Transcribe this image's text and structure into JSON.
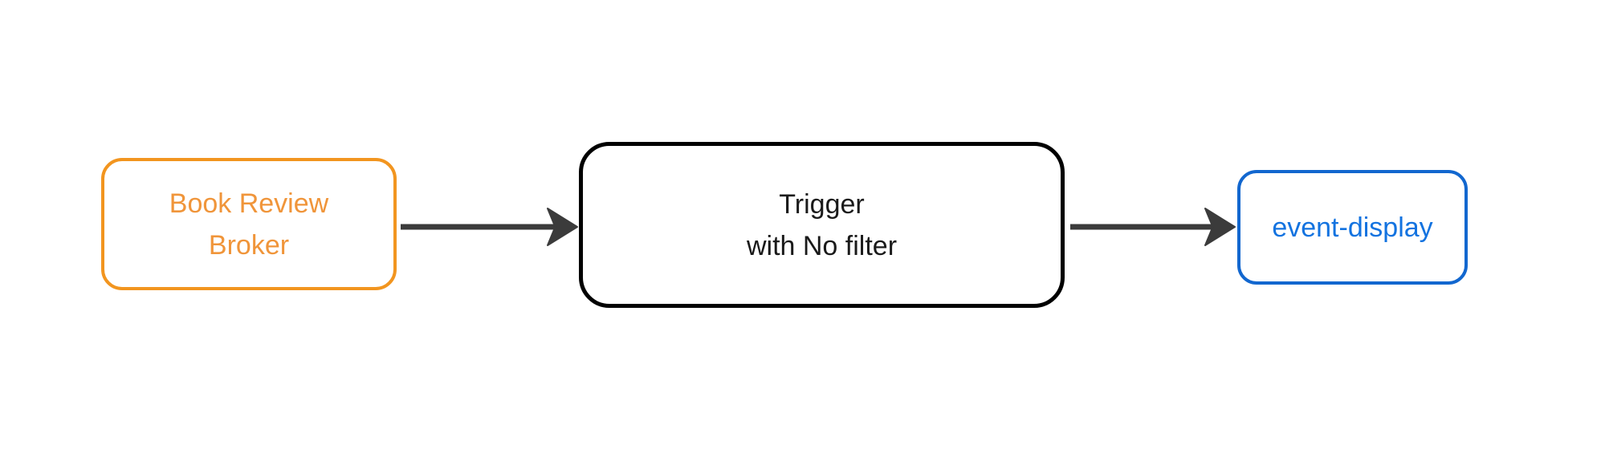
{
  "diagram": {
    "title": "broker-trigger-flow",
    "background_color": "#ffffff",
    "arrow_color": "#3b3b3b",
    "nodes": [
      {
        "id": "book-review-broker",
        "type": "broker",
        "label_lines": [
          "Book Review",
          "Broker"
        ],
        "border_color": "#F2951F",
        "text_color": "#F0953A"
      },
      {
        "id": "trigger",
        "type": "trigger",
        "label_lines": [
          "Trigger",
          "with No filter"
        ],
        "border_color": "#000000",
        "text_color": "#1a1a1a"
      },
      {
        "id": "event-display",
        "type": "sink",
        "label_lines": [
          "event-display"
        ],
        "border_color": "#1267CF",
        "text_color": "#1373E0"
      }
    ],
    "edges": [
      {
        "from": "book-review-broker",
        "to": "trigger"
      },
      {
        "from": "trigger",
        "to": "event-display"
      }
    ]
  }
}
